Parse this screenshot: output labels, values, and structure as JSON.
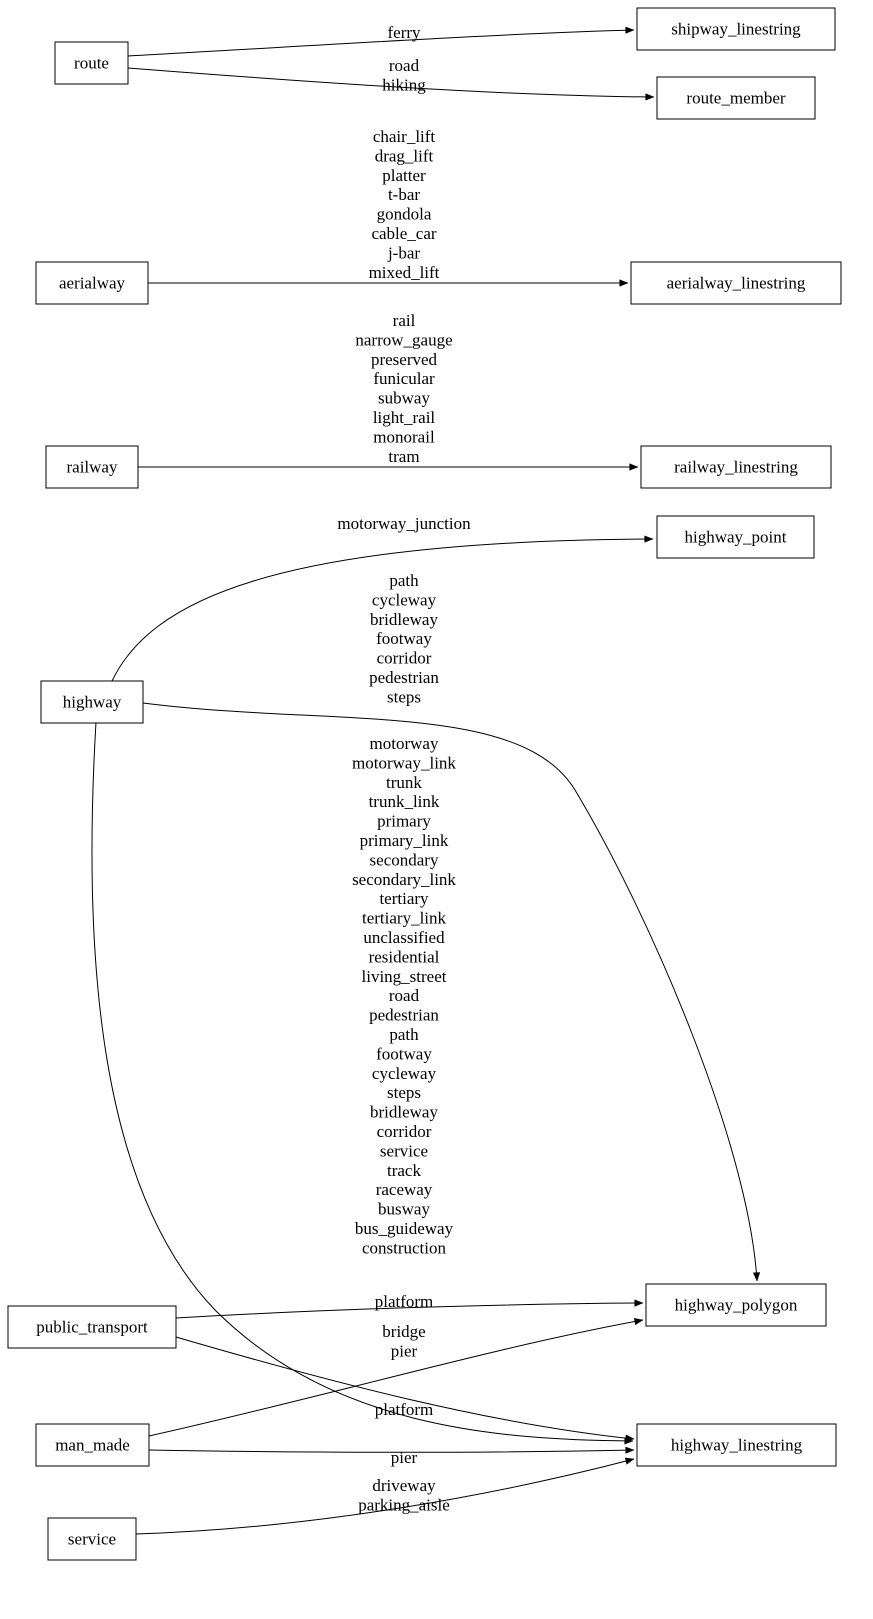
{
  "diagram": {
    "colors": {
      "background": "#ffffff",
      "stroke": "#000000",
      "text": "#000000"
    },
    "nodes": {
      "route": {
        "label": "route"
      },
      "aerialway": {
        "label": "aerialway"
      },
      "railway": {
        "label": "railway"
      },
      "highway": {
        "label": "highway"
      },
      "public_transport": {
        "label": "public_transport"
      },
      "man_made": {
        "label": "man_made"
      },
      "service": {
        "label": "service"
      },
      "shipway_linestring": {
        "label": "shipway_linestring"
      },
      "route_member": {
        "label": "route_member"
      },
      "aerialway_linestring": {
        "label": "aerialway_linestring"
      },
      "railway_linestring": {
        "label": "railway_linestring"
      },
      "highway_point": {
        "label": "highway_point"
      },
      "highway_polygon": {
        "label": "highway_polygon"
      },
      "highway_linestring": {
        "label": "highway_linestring"
      }
    },
    "edges": [
      {
        "from": "route",
        "to": "shipway_linestring",
        "label_lines": [
          "ferry"
        ]
      },
      {
        "from": "route",
        "to": "route_member",
        "label_lines": [
          "road",
          "hiking"
        ]
      },
      {
        "from": "aerialway",
        "to": "aerialway_linestring",
        "label_lines": [
          "chair_lift",
          "drag_lift",
          "platter",
          "t-bar",
          "gondola",
          "cable_car",
          "j-bar",
          "mixed_lift"
        ]
      },
      {
        "from": "railway",
        "to": "railway_linestring",
        "label_lines": [
          "rail",
          "narrow_gauge",
          "preserved",
          "funicular",
          "subway",
          "light_rail",
          "monorail",
          "tram"
        ]
      },
      {
        "from": "highway",
        "to": "highway_point",
        "label_lines": [
          "motorway_junction"
        ]
      },
      {
        "from": "highway",
        "to": "highway_polygon",
        "label_lines": [
          "path",
          "cycleway",
          "bridleway",
          "footway",
          "corridor",
          "pedestrian",
          "steps"
        ]
      },
      {
        "from": "highway",
        "to": "highway_linestring",
        "label_lines": [
          "motorway",
          "motorway_link",
          "trunk",
          "trunk_link",
          "primary",
          "primary_link",
          "secondary",
          "secondary_link",
          "tertiary",
          "tertiary_link",
          "unclassified",
          "residential",
          "living_street",
          "road",
          "pedestrian",
          "path",
          "footway",
          "cycleway",
          "steps",
          "bridleway",
          "corridor",
          "service",
          "track",
          "raceway",
          "busway",
          "bus_guideway",
          "construction"
        ]
      },
      {
        "from": "public_transport",
        "to": "highway_polygon",
        "label_lines": [
          "platform"
        ]
      },
      {
        "from": "man_made",
        "to": "highway_polygon",
        "label_lines": [
          "bridge",
          "pier"
        ]
      },
      {
        "from": "public_transport",
        "to": "highway_linestring",
        "label_lines": [
          "platform"
        ]
      },
      {
        "from": "man_made",
        "to": "highway_linestring",
        "label_lines": [
          "pier"
        ]
      },
      {
        "from": "service",
        "to": "highway_linestring",
        "label_lines": [
          "driveway",
          "parking_aisle"
        ]
      }
    ]
  }
}
